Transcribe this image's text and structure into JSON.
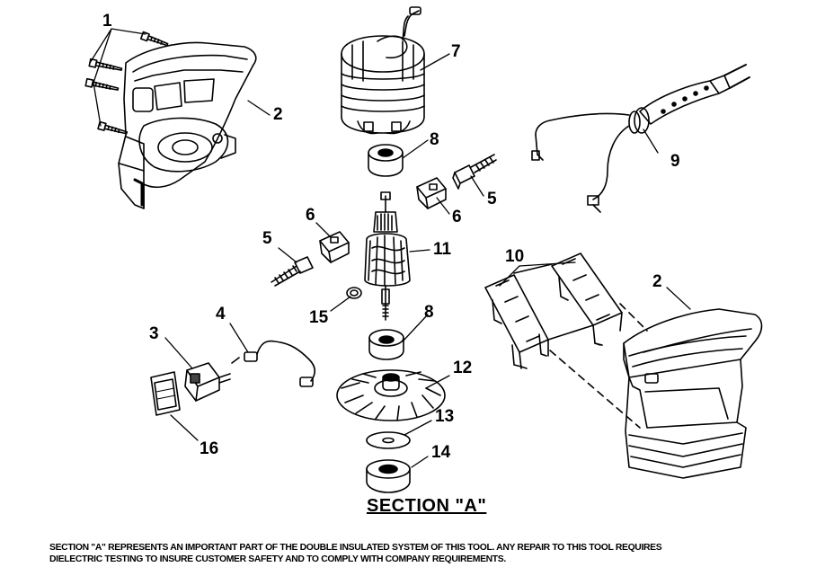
{
  "diagram": {
    "section_title": "SECTION \"A\"",
    "note_lines": [
      "SECTION \"A\" REPRESENTS AN IMPORTANT PART OF THE DOUBLE INSULATED SYSTEM OF THIS TOOL. ANY REPAIR TO THIS TOOL REQUIRES",
      "DIELECTRIC TESTING TO INSURE CUSTOMER SAFETY AND TO COMPLY WITH COMPANY REQUIREMENTS."
    ],
    "callouts": [
      {
        "id": "c1",
        "label": "1",
        "part": "screws"
      },
      {
        "id": "c2a",
        "label": "2",
        "part": "housing-upper"
      },
      {
        "id": "c7",
        "label": "7",
        "part": "field-assembly"
      },
      {
        "id": "c8a",
        "label": "8",
        "part": "bearing-upper"
      },
      {
        "id": "c5a",
        "label": "5",
        "part": "brush-right"
      },
      {
        "id": "c6a",
        "label": "6",
        "part": "brush-holder-right"
      },
      {
        "id": "c6b",
        "label": "6",
        "part": "brush-holder-left"
      },
      {
        "id": "c5b",
        "label": "5",
        "part": "brush-left"
      },
      {
        "id": "c11",
        "label": "11",
        "part": "armature"
      },
      {
        "id": "c9",
        "label": "9",
        "part": "power-cord"
      },
      {
        "id": "c10",
        "label": "10",
        "part": "brackets"
      },
      {
        "id": "c2b",
        "label": "2",
        "part": "housing-lower"
      },
      {
        "id": "c15",
        "label": "15",
        "part": "retaining-ring"
      },
      {
        "id": "c8b",
        "label": "8",
        "part": "bearing-lower"
      },
      {
        "id": "c4",
        "label": "4",
        "part": "lead-wire"
      },
      {
        "id": "c3",
        "label": "3",
        "part": "switch"
      },
      {
        "id": "c12",
        "label": "12",
        "part": "fan"
      },
      {
        "id": "c13",
        "label": "13",
        "part": "washer"
      },
      {
        "id": "c16",
        "label": "16",
        "part": "switch-cover"
      },
      {
        "id": "c14",
        "label": "14",
        "part": "bearing-bottom"
      }
    ]
  },
  "colors": {
    "ink": "#000000",
    "background": "#ffffff",
    "shade": "#444444"
  }
}
